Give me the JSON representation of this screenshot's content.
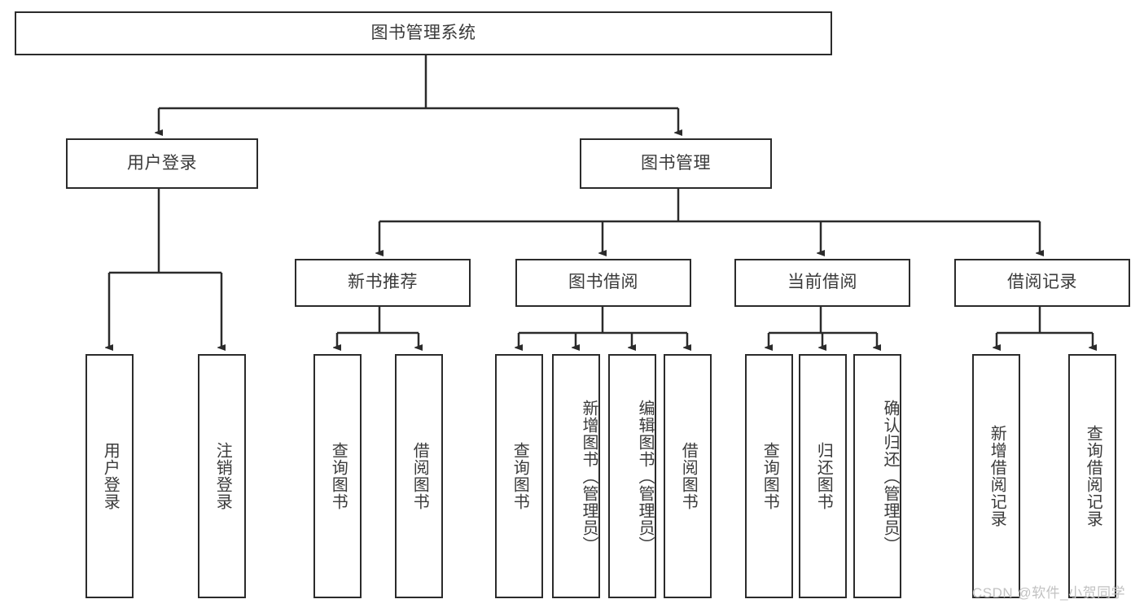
{
  "diagram": {
    "type": "hierarchy-tree",
    "title": "图书管理系统",
    "orientation": "top-down",
    "colors": {
      "box_stroke": "#2b2b2b",
      "box_fill": "#ffffff",
      "connector": "#2b2b2b",
      "text": "#3a3a3a",
      "watermark": "#c2c2c2",
      "background": "#ffffff"
    }
  },
  "root": {
    "label": "图书管理系统"
  },
  "level2": [
    {
      "label": "用户登录"
    },
    {
      "label": "图书管理"
    }
  ],
  "level3": [
    {
      "label": "新书推荐"
    },
    {
      "label": "图书借阅"
    },
    {
      "label": "当前借阅"
    },
    {
      "label": "借阅记录"
    }
  ],
  "leaves": {
    "user_login": [
      {
        "label": "用户登录"
      },
      {
        "label": "注销登录"
      }
    ],
    "new_book_recommend": [
      {
        "label": "查询图书"
      },
      {
        "label": "借阅图书"
      }
    ],
    "book_borrow": [
      {
        "label": "查询图书"
      },
      {
        "label": "新增图书（管理员）"
      },
      {
        "label": "编辑图书（管理员）"
      },
      {
        "label": "借阅图书"
      }
    ],
    "current_borrow": [
      {
        "label": "查询图书"
      },
      {
        "label": "归还图书"
      },
      {
        "label": "确认归还（管理员）"
      }
    ],
    "borrow_record": [
      {
        "label": "新增借阅记录"
      },
      {
        "label": "查询借阅记录"
      }
    ]
  },
  "watermark": {
    "text": "CSDN @软件_小贺同学"
  }
}
